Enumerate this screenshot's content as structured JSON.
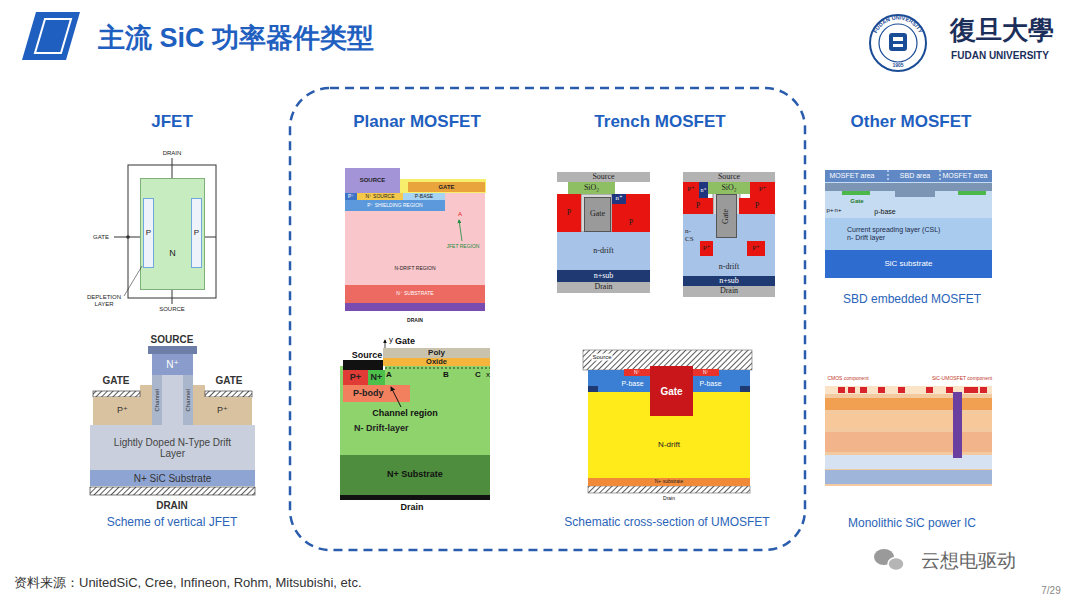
{
  "diagram": {
    "title": "主流 SiC 功率器件类型",
    "nodes": [
      {
        "text": [
          "N"
        ]
      },
      {
        "text": [
          "P"
        ],
        "in": 0
      },
      {
        "text": [
          "P"
        ],
        "in": 0
      },
      {
        "text": [
          "N⁺"
        ]
      },
      {
        "text": [
          "P⁺"
        ]
      },
      {
        "text": [
          "Channel"
        ]
      },
      {
        "text": [
          "Channel"
        ]
      },
      {
        "text": [
          "P⁺"
        ]
      },
      {
        "text": [
          "Lightly Doped N-Type Drift Layer"
        ]
      },
      {
        "text": [
          "N+ SiC Substrate"
        ]
      },
      {
        "text": [
          "SOURCE"
        ]
      },
      {
        "text": [
          "GATE"
        ]
      },
      {
        "text": [
          "P⁺"
        ]
      },
      {
        "text": [
          "N⁺ SOURCE"
        ]
      },
      {
        "text": [
          "P-BASE"
        ]
      },
      {
        "text": [
          "P⁺ SHIELDING REGION"
        ]
      },
      {
        "text": [
          "N-DRIFT REGION"
        ]
      },
      {
        "text": [
          "N⁺ SUBSTRATE"
        ]
      },
      {
        "text": [
          "Poly"
        ]
      },
      {
        "text": [
          "Oxide"
        ]
      },
      {
        "text": [
          "P+"
        ]
      },
      {
        "text": [
          "N+"
        ]
      },
      {
        "text": [
          "P-body"
        ]
      },
      {
        "text": [
          "N- Drift-layer"
        ]
      },
      {
        "text": [
          "N+ Substrate"
        ]
      },
      {
        "text": [
          "Source"
        ]
      },
      {
        "text": [
          "SiO₂"
        ]
      },
      {
        "text": [
          "P"
        ]
      },
      {
        "text": [
          "Gate"
        ]
      },
      {
        "text": [
          "P"
        ]
      },
      {
        "text": [
          "n⁺"
        ],
        "in": 29
      },
      {
        "text": [
          "n-drift"
        ]
      },
      {
        "text": [
          "n+sub"
        ]
      },
      {
        "text": [
          "Drain"
        ]
      },
      {
        "text": [
          "Source"
        ]
      },
      {
        "text": [
          "SiO₂"
        ]
      },
      {
        "text": [
          "P⁺"
        ]
      },
      {
        "text": [
          "n⁺"
        ]
      },
      {
        "text": [
          "P⁺"
        ]
      },
      {
        "text": [
          "P"
        ]
      },
      {
        "text": [
          "P"
        ]
      },
      {
        "text": [
          "n- CS"
        ]
      },
      {
        "text": [
          "P⁺"
        ],
        "in": 41
      },
      {
        "text": [
          "P⁺"
        ],
        "in": 41
      },
      {
        "text": [
          "Gate"
        ]
      },
      {
        "text": [
          "n-drift"
        ]
      },
      {
        "text": [
          "n+sub"
        ]
      },
      {
        "text": [
          "Drain"
        ]
      },
      {
        "text": [
          "N⁺"
        ]
      },
      {
        "text": [
          "N⁺"
        ]
      },
      {
        "text": [
          "P-base"
        ]
      },
      {
        "text": [
          "P-base"
        ]
      },
      {
        "text": [
          "N-drift"
        ]
      },
      {
        "text": [
          "Gate"
        ]
      },
      {
        "text": [
          "N+ substrate"
        ]
      },
      {
        "text": [
          "Current spreading layer (CSL)",
          "n- Drift layer"
        ]
      },
      {
        "text": [
          "SiC substrate"
        ]
      }
    ],
    "labels": [
      "JFET",
      "Planar MOSFET",
      "Trench MOSFET",
      "Other MOSFET",
      "DRAIN",
      "GATE",
      "DEPLETION LAYER",
      "SOURCE",
      "SOURCE",
      "GATE",
      "GATE",
      "DRAIN",
      "Scheme of vertical JFET",
      "A",
      "JFET REGION",
      "DRAIN",
      "Gate",
      "y",
      "Source",
      "A",
      "B",
      "C",
      "x",
      "Channel region",
      "Drain",
      "Source",
      "Drain",
      "Schematic cross-section of UMOSFET",
      "MOSFET area",
      "SBD area",
      "MOSFET area",
      "Gate",
      "p+",
      "n+",
      "p-base",
      "SBD embedded MOSFET",
      "CMOS component",
      "SiC-UMOSFET component",
      "Monolithic SiC power IC",
      "资料来源：UnitedSiC, Cree, Infineon, Rohm, Mitsubishi, etc.",
      "云想电驱动",
      "7/29",
      "FUDAN UNIVERSITY",
      "1905",
      "復旦大學",
      "FUDAN UNIVERSITY"
    ]
  }
}
